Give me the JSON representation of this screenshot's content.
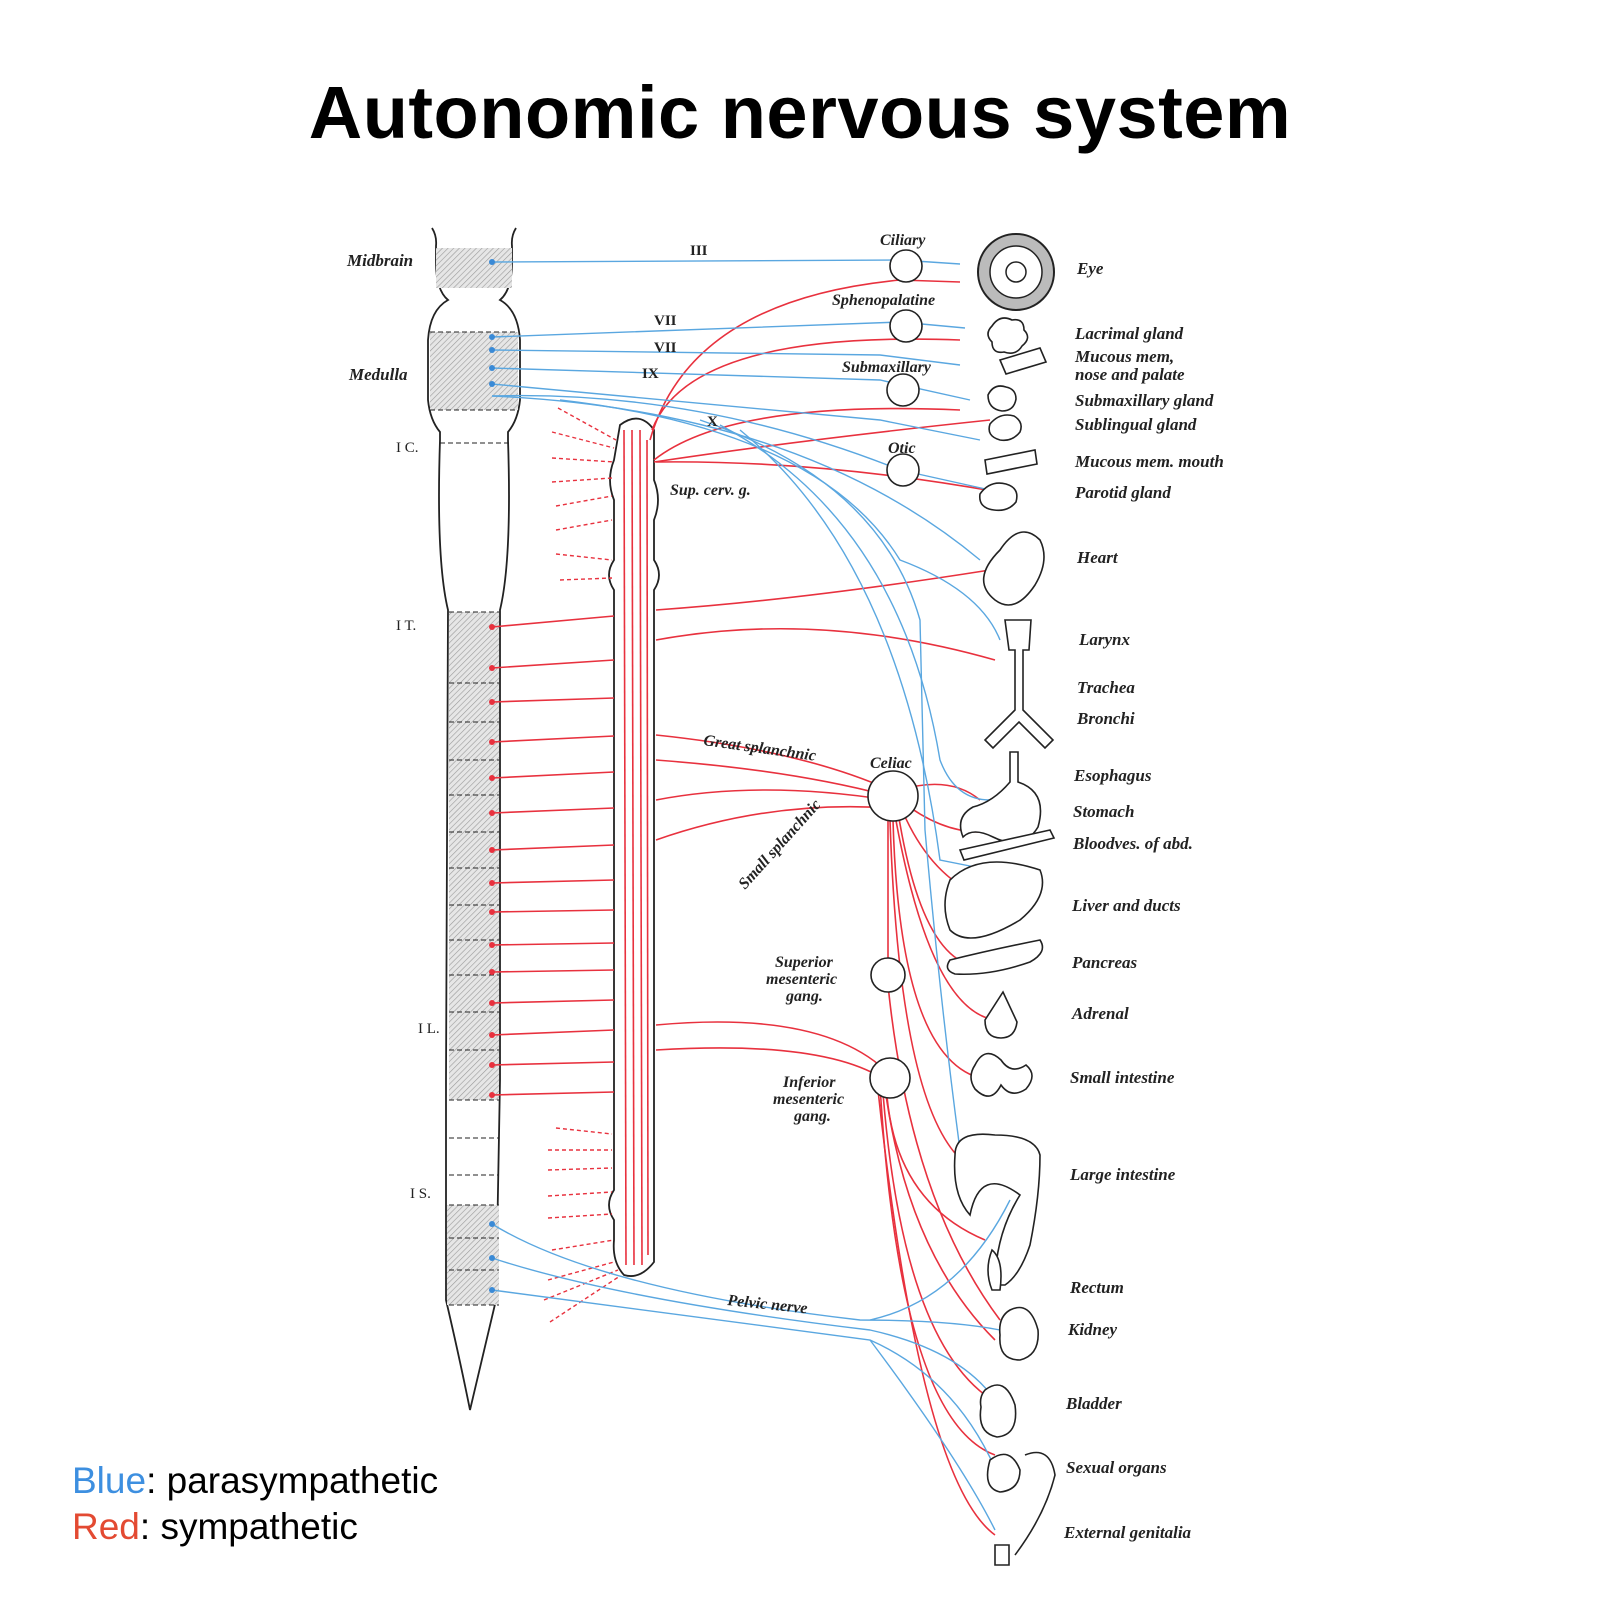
{
  "title": "Autonomic nervous system",
  "colors": {
    "parasympathetic": "#5aa7e0",
    "sympathetic": "#e8313e"
  },
  "cord_labels": {
    "midbrain": "Midbrain",
    "medulla": "Medulla",
    "ic": "I C.",
    "it": "I T.",
    "il": "I L.",
    "is": "I S."
  },
  "nerve_labels": {
    "iii": "III",
    "vii_a": "VII",
    "vii_b": "VII",
    "ix": "IX",
    "x": "X",
    "sup_cerv": "Sup. cerv. g.",
    "great_splanchnic": "Great splanchnic",
    "small_splanchnic": "Small splanchnic",
    "pelvic_nerve": "Pelvic nerve"
  },
  "ganglia": {
    "ciliary": "Ciliary",
    "sphenopalatine": "Sphenopalatine",
    "submaxillary": "Submaxillary",
    "otic": "Otic",
    "celiac": "Celiac",
    "sup_mes_1": "Superior",
    "sup_mes_2": "mesenteric",
    "sup_mes_3": "gang.",
    "inf_mes_1": "Inferior",
    "inf_mes_2": "mesenteric",
    "inf_mes_3": "gang."
  },
  "organs": {
    "eye": "Eye",
    "lacrimal": "Lacrimal gland",
    "mucous_nose_1": "Mucous mem,",
    "mucous_nose_2": "nose and palate",
    "submaxillary_gland": "Submaxillary gland",
    "sublingual": "Sublingual gland",
    "mucous_mouth": "Mucous mem. mouth",
    "parotid": "Parotid gland",
    "heart": "Heart",
    "larynx": "Larynx",
    "trachea": "Trachea",
    "bronchi": "Bronchi",
    "esophagus": "Esophagus",
    "stomach": "Stomach",
    "bloodves": "Bloodves. of abd.",
    "liver": "Liver and ducts",
    "pancreas": "Pancreas",
    "adrenal": "Adrenal",
    "small_int": "Small intestine",
    "large_int": "Large intestine",
    "rectum": "Rectum",
    "kidney": "Kidney",
    "bladder": "Bladder",
    "sexual": "Sexual organs",
    "ext_gen": "External genitalia"
  },
  "legend": {
    "blue_word": "Blue",
    "blue_rest": ": parasympathetic",
    "red_word": "Red",
    "red_rest": ": sympathetic"
  }
}
